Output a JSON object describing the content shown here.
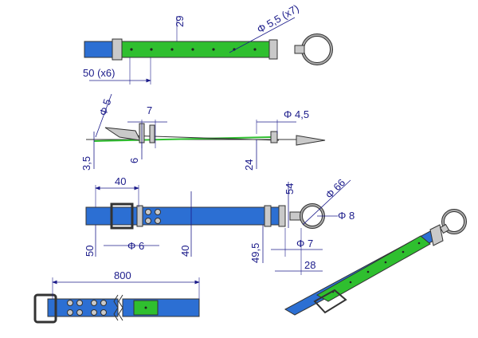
{
  "colors": {
    "strap_blue": "#2c6fd3",
    "strap_green": "#2fbf2f",
    "metal": "#c9c9c9",
    "dimension": "#1b1b8a",
    "outline": "#333333"
  },
  "top_view": {
    "dim_29": "29",
    "dim_hole": "Φ 5,5  (x7)",
    "dim_spacing": "50  (x6)"
  },
  "side_view": {
    "dim_phi5": "Φ 5",
    "dim_7": "7",
    "dim_phi45": "Φ 4,5",
    "dim_35": "3,5",
    "dim_6": "6",
    "dim_24": "24"
  },
  "bottom_view": {
    "dim_40_top": "40",
    "dim_54": "54",
    "dim_phi66": "Φ 66",
    "dim_phi8": "Φ 8",
    "dim_50": "50",
    "dim_phi6": "Φ 6",
    "dim_40_mid": "40",
    "dim_495": "49,5",
    "dim_phi7": "Φ 7",
    "dim_28": "28"
  },
  "length_view": {
    "dim_800": "800"
  }
}
